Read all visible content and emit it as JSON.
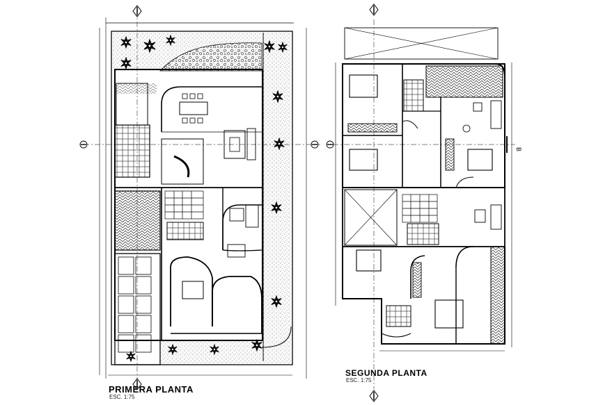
{
  "floor_one": {
    "title": "PRIMERA PLANTA",
    "scale": "ESC. 1:75"
  },
  "floor_two": {
    "title": "SEGUNDA PLANTA",
    "scale": "ESC. 1:75"
  },
  "section_marker": {
    "letter": "B"
  },
  "colors": {
    "line": "#000000",
    "paper": "#ffffff",
    "hatch": "#333333"
  }
}
